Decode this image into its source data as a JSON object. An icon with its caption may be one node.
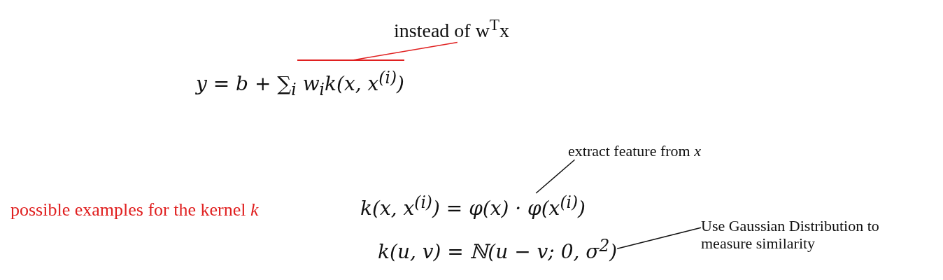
{
  "diagram": {
    "nodes": [
      {
        "text": [
          "y = b + ∑$_{i}$ w$_{i}$k(x, x$^{(i)}$)"
        ]
      },
      {
        "text": [
          "instead of w$^{T}$x"
        ]
      },
      {
        "text": [
          "extract feature from *x*"
        ]
      },
      {
        "text": [
          "k(x, x$^{(i)}$) = φ(x) · φ(x$^{(i)}$)"
        ]
      },
      {
        "text": [
          "Use Gaussian Distribution to measure similarity"
        ]
      },
      {
        "text": [
          "k(u, v) = ℕ(u − v; 0, σ$^{2}$)"
        ]
      }
    ],
    "edges": [
      {
        "from": 1,
        "to": 0,
        "arrow": "none",
        "color": "#e02020"
      },
      {
        "from": 2,
        "to": 3,
        "arrow": "none"
      },
      {
        "from": 4,
        "to": 5,
        "arrow": "none"
      }
    ],
    "labels": [
      "possible examples for the kernel *k*"
    ]
  }
}
